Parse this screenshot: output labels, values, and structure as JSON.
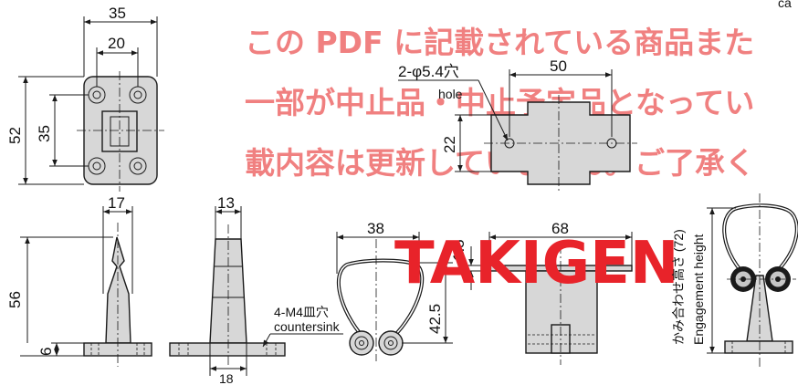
{
  "corner_text": "ca",
  "watermark": {
    "line1": "この PDF に記載されている商品また",
    "line2": "一部が中止品・中止予定品となってい",
    "line3": "載内容は更新していません。ご了承く",
    "brand": "TAKIGEN"
  },
  "top_view": {
    "width_outer": "35",
    "width_inner": "20",
    "height_outer": "52",
    "height_inner": "35"
  },
  "front_view": {
    "width": "17",
    "height": "56",
    "base": "6"
  },
  "side_view": {
    "width_top": "13",
    "width_base": "18",
    "hole_label_1": "4-M4皿穴",
    "hole_label_2": "countersink"
  },
  "bracket_view": {
    "hole_label_1": "2-φ5.4穴",
    "hole_label_2": "hole",
    "width": "50",
    "height": "22"
  },
  "handle_front": {
    "width": "38",
    "height": "42.5"
  },
  "handle_side": {
    "width": "68",
    "thickness": "1.5"
  },
  "engagement": {
    "label_jp": "かみ合わせ高さ (72)",
    "label_en": "Engagement height"
  },
  "colors": {
    "part_fill": "#d7d7d7",
    "watermark": "#f08080",
    "brand": "#e8232a"
  }
}
